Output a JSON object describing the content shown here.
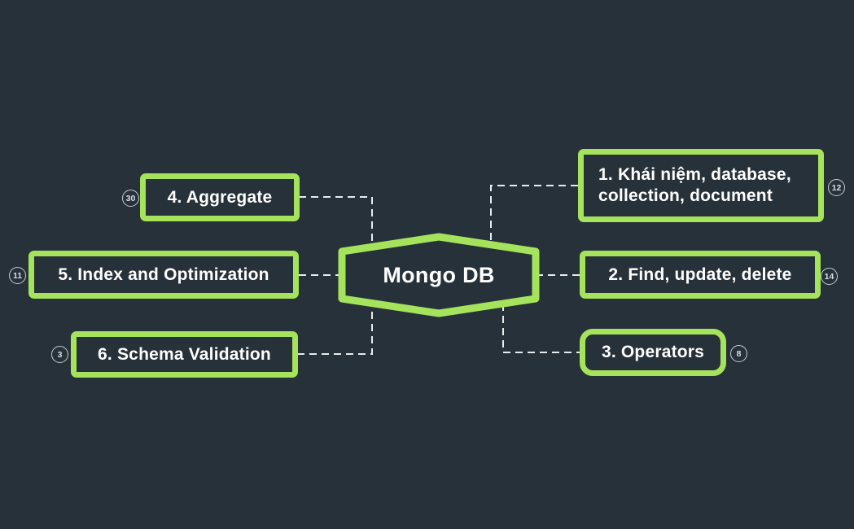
{
  "theme": {
    "background": "#27313A",
    "node_border_green": "#A6E35C",
    "text_color": "#FFFFFF",
    "connector_color": "#E8EBED",
    "badge_color": "#C6CCD2"
  },
  "root": {
    "label": "Mongo DB"
  },
  "nodes": {
    "concepts": {
      "label": "1. Khái niệm, database, collection, document",
      "badge": "12"
    },
    "find_update_delete": {
      "label": "2. Find, update, delete",
      "badge": "14"
    },
    "operators": {
      "label": "3. Operators",
      "badge": "8"
    },
    "aggregate": {
      "label": "4. Aggregate",
      "badge": "30"
    },
    "index_optimization": {
      "label": "5. Index and Optimization",
      "badge": "11"
    },
    "schema_validation": {
      "label": "6. Schema Validation",
      "badge": "3"
    }
  }
}
